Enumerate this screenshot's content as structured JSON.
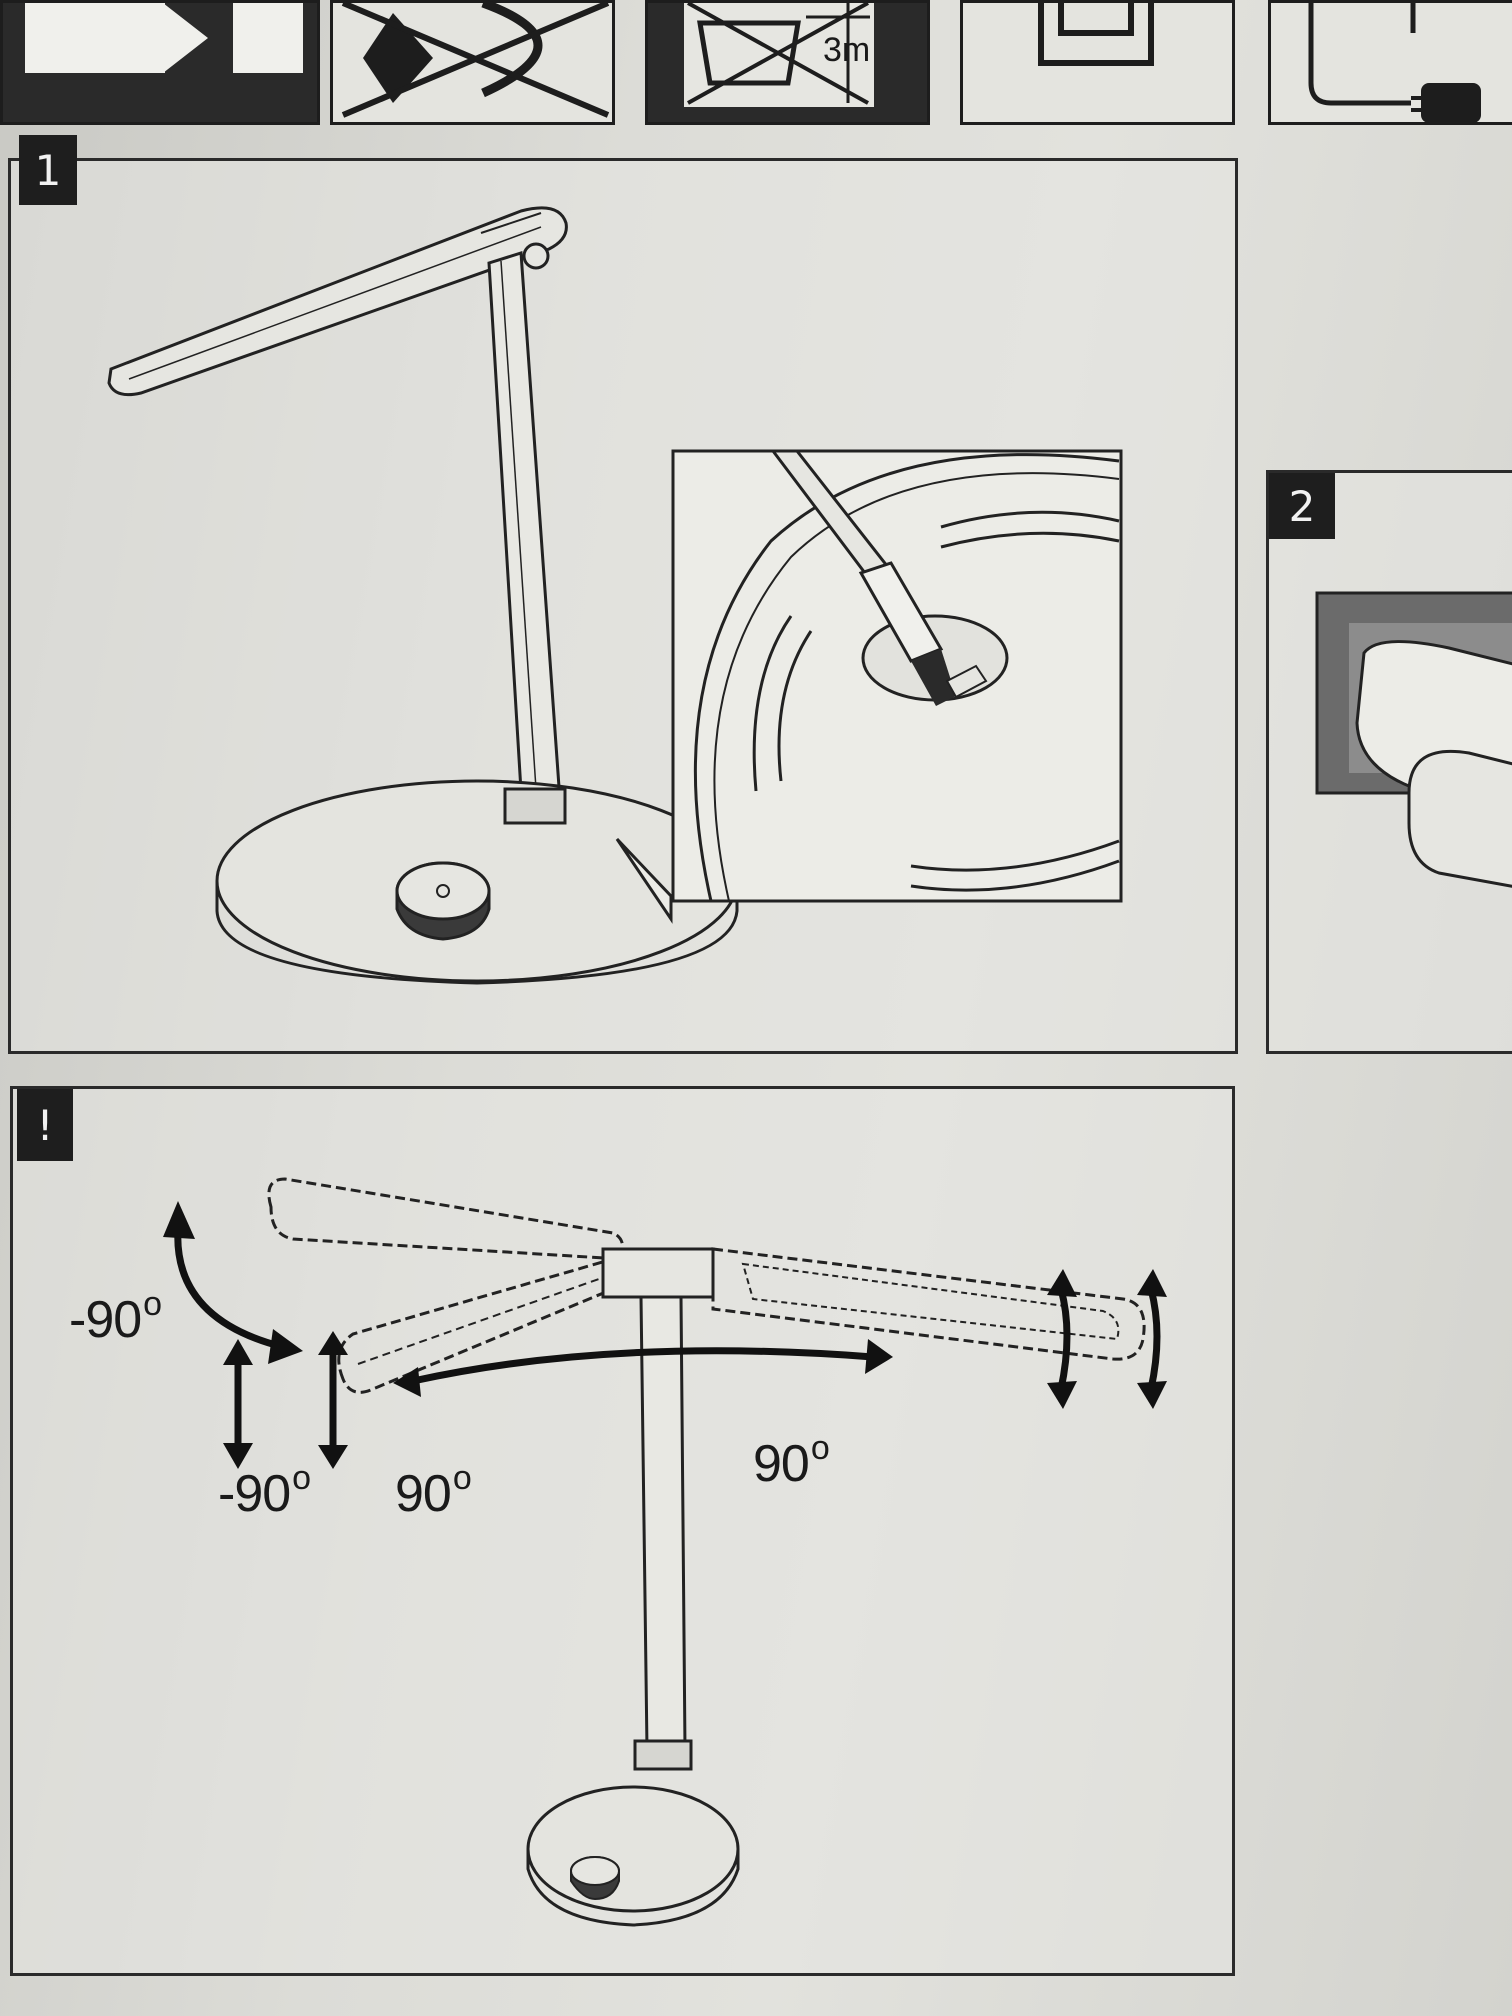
{
  "header_strip": {
    "distance_label": "3m"
  },
  "steps": {
    "step1": {
      "badge": "1"
    },
    "step2": {
      "badge": "2"
    },
    "caution": {
      "badge": "!"
    }
  },
  "rotation": {
    "head_tilt_left": "-90",
    "head_roll_neg": "-90",
    "head_roll_pos": "90",
    "arm_swing": "90",
    "degree_symbol": "o"
  }
}
